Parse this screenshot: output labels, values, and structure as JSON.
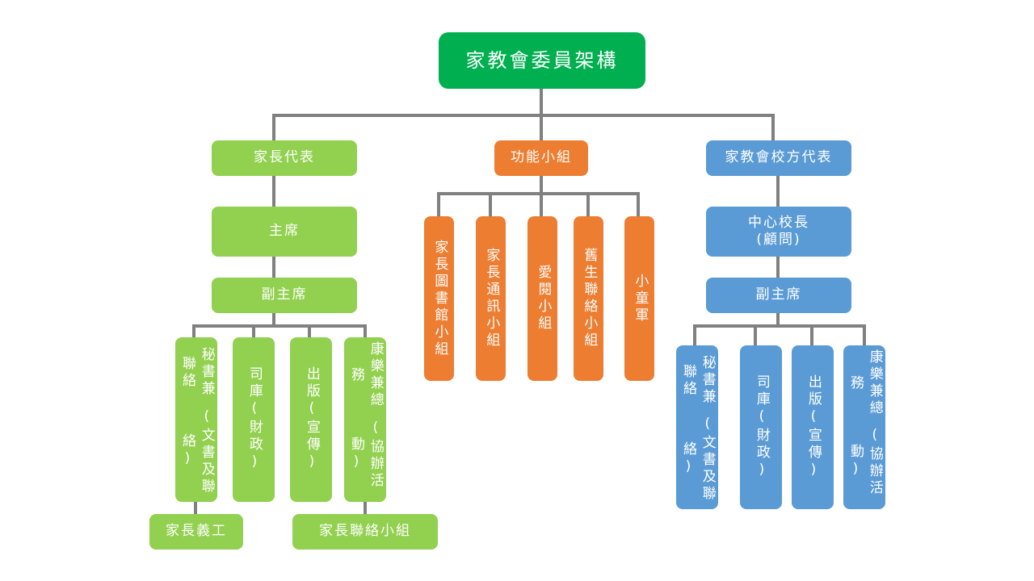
{
  "title": "家教會委員架構",
  "parents": {
    "header": "家長代表",
    "chair": "主席",
    "vice_chair": "副主席",
    "posts": [
      {
        "title": "秘書兼聯絡",
        "note": "(文書及聯絡)"
      },
      {
        "title": "司庫",
        "note": "(財政)"
      },
      {
        "title": "出版",
        "note": "(宣傳)"
      },
      {
        "title": "康樂兼總務",
        "note": "(協辦活動)"
      }
    ],
    "volunteers": "家長義工",
    "liaison_group": "家長聯絡小組"
  },
  "functional": {
    "header": "功能小組",
    "groups": [
      "家長圖書館小組",
      "家長通訊小組",
      "愛閱小組",
      "舊生聯絡小組",
      "小童軍"
    ]
  },
  "school": {
    "header": "家教會校方代表",
    "principal": "中心校長\n(顧問)",
    "vice_chair": "副主席",
    "posts": [
      {
        "title": "秘書兼聯絡",
        "note": "(文書及聯絡)"
      },
      {
        "title": "司庫",
        "note": "(財政)"
      },
      {
        "title": "出版",
        "note": "(宣傳)"
      },
      {
        "title": "康樂兼總務",
        "note": "(協辦活動)"
      }
    ]
  },
  "colors": {
    "root": "#00B050",
    "parents": "#92D050",
    "functional": "#ED7D31",
    "school": "#5B9BD5",
    "connector": "#808080"
  }
}
